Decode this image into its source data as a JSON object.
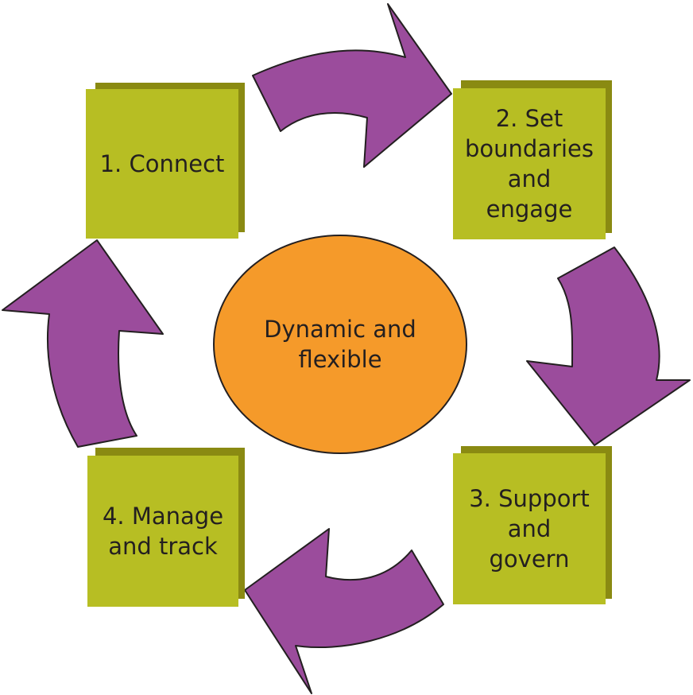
{
  "colors": {
    "box_fill": "#b7be23",
    "box_shadow": "#8a8a12",
    "arrow_fill": "#9b4c9c",
    "arrow_stroke": "#231f20",
    "center_fill": "#f59a2a",
    "text": "#231f20"
  },
  "steps": [
    {
      "label": "1. Connect"
    },
    {
      "label": "2. Set boundaries and engage"
    },
    {
      "label": "3. Support and govern"
    },
    {
      "label": "4. Manage and track"
    }
  ],
  "center": {
    "label": "Dynamic and flexible"
  }
}
